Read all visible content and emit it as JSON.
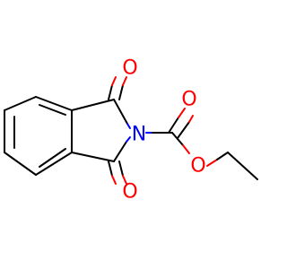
{
  "molecule": {
    "atoms": {
      "o_top": "O",
      "o_bottom": "O",
      "n_imide": "N",
      "o_carbonyl": "O",
      "o_ester": "O"
    },
    "colors": {
      "bond": "#000000",
      "oxygen": "#ff0000",
      "nitrogen": "#0000ff",
      "background": "#ffffff"
    }
  }
}
